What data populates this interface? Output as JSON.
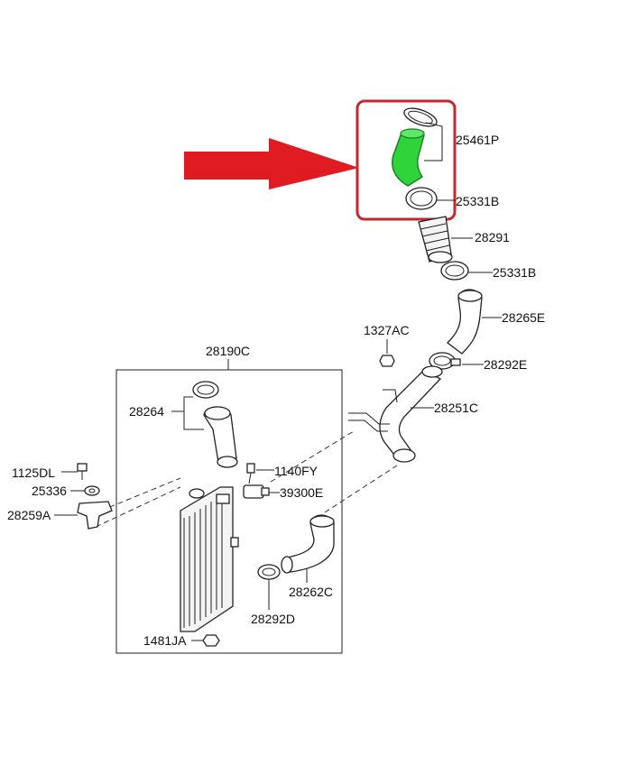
{
  "parts": {
    "p25461P": "25461P",
    "p25331B_top": "25331B",
    "p28291": "28291",
    "p25331B_mid": "25331B",
    "p28265E": "28265E",
    "p1327AC": "1327AC",
    "p28292E": "28292E",
    "p28251C": "28251C",
    "p28190C": "28190C",
    "p28264": "28264",
    "p1125DL": "1125DL",
    "p1140FY": "1140FY",
    "p25336": "25336",
    "p39300E": "39300E",
    "p28259A": "28259A",
    "p28262C": "28262C",
    "p28292D": "28292D",
    "p1481JA": "1481JA"
  },
  "highlight": {
    "part": "25461P",
    "arrow_color": "#e01b22",
    "box_color": "#c8262d",
    "part_color": "#2fd43a"
  }
}
